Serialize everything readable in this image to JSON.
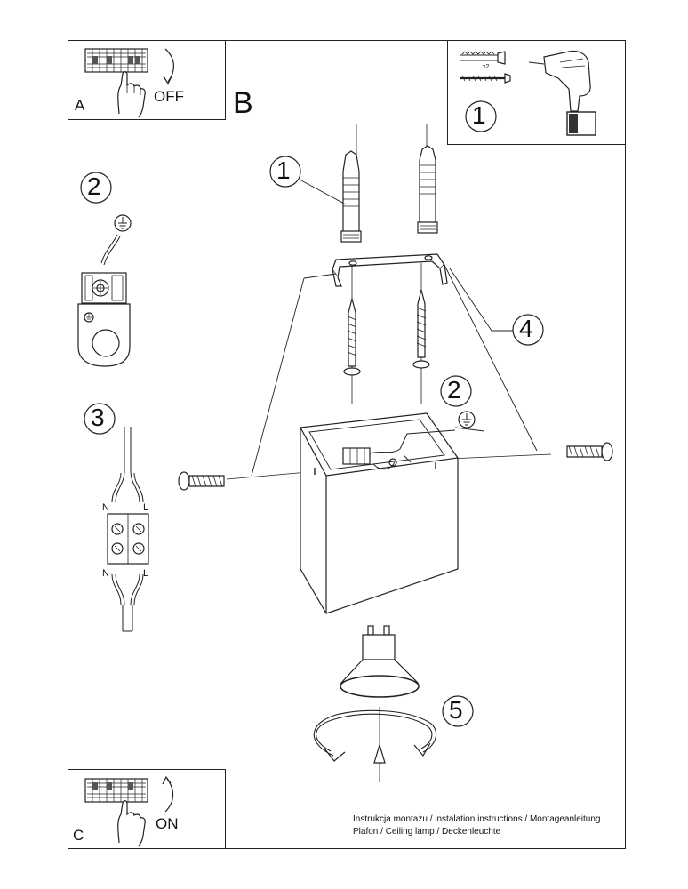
{
  "panel_a": {
    "letter": "A",
    "switch_label": "OFF"
  },
  "panel_b": {
    "letter": "B"
  },
  "panel_c": {
    "letter": "C",
    "switch_label": "ON"
  },
  "tools_box": {
    "dowel_qty": "x2",
    "step": "1"
  },
  "steps": {
    "anchor": "1",
    "earth_left": "2",
    "earth_right": "2",
    "wiring": "3",
    "bracket": "4",
    "bulb": "5"
  },
  "terminal_labels": {
    "neutral_top": "N",
    "live_top": "L",
    "neutral_bottom": "N",
    "live_bottom": "L"
  },
  "footer": {
    "line1": "Instrukcja montażu / instalation instructions / Montageanleitung",
    "line2": "Plafon / Ceiling lamp / Deckenleuchte"
  }
}
